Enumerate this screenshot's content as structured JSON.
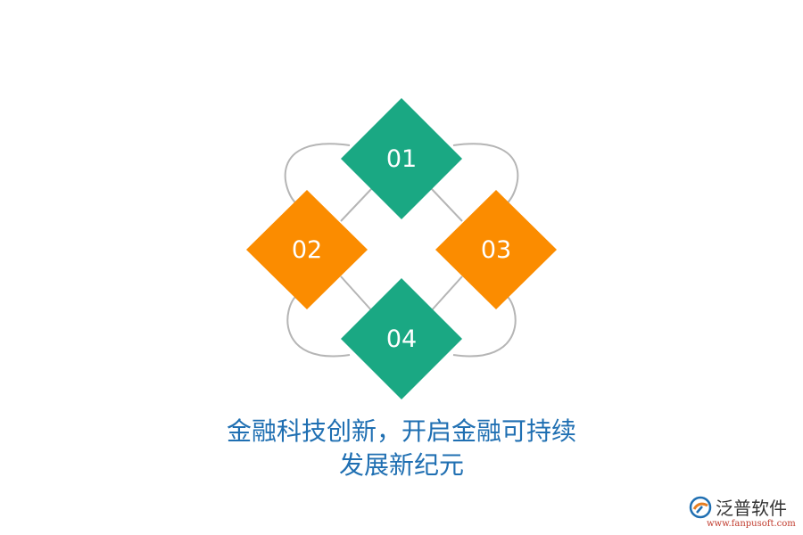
{
  "diagram": {
    "items": [
      {
        "label": "01",
        "color": "#1aa883"
      },
      {
        "label": "02",
        "color": "#fb8c00"
      },
      {
        "label": "03",
        "color": "#fb8c00"
      },
      {
        "label": "04",
        "color": "#1aa883"
      }
    ],
    "connector_color": "#b5b5b5"
  },
  "caption": {
    "line1": "金融科技创新，开启金融可持续",
    "line2": "发展新纪元"
  },
  "logo": {
    "name": "泛普软件",
    "url": "www.fanpusoft.com",
    "icon": "fanpu-logo-icon"
  }
}
